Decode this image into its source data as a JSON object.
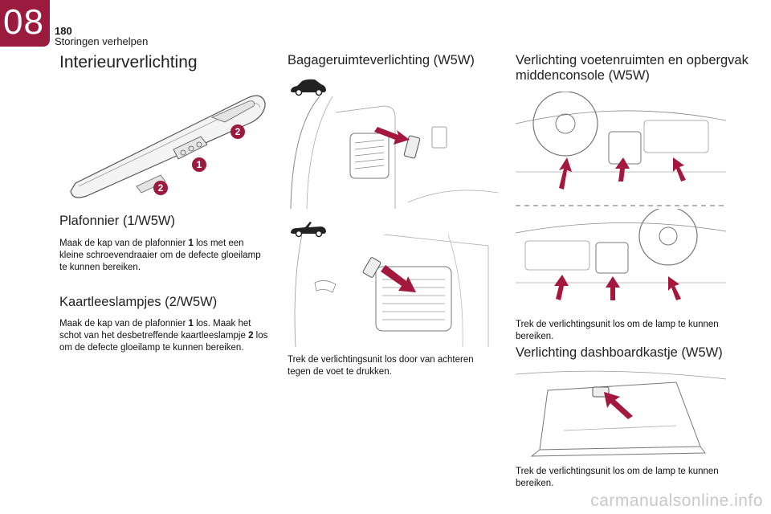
{
  "header": {
    "chapter": "08",
    "page_number": "180",
    "section": "Storingen verhelpen"
  },
  "col1": {
    "title": "Interieurverlichting",
    "fig_badges": [
      "2",
      "1",
      "2"
    ],
    "plafonnier_heading": "Plafonnier (1/W5W)",
    "plafonnier_text": {
      "a": "Maak de kap van de plafonnier ",
      "b": "1",
      "c": " los met een kleine schroevendraaier om de defecte gloeilamp te kunnen bereiken."
    },
    "kaart_heading": "Kaartleeslampjes (2/W5W)",
    "kaart_text": {
      "a": "Maak de kap van de plafonnier ",
      "b": "1",
      "c": " los. Maak het schot van het desbetreffende kaartleeslampje ",
      "d": "2",
      "e": " los om de defecte gloeilamp te kunnen bereiken."
    }
  },
  "col2": {
    "title": "Bagageruimteverlichting (W5W)",
    "caption": "Trek de verlichtingsunit los door van achteren tegen de voet te drukken."
  },
  "col3": {
    "title": "Verlichting voetenruimten en opbergvak middenconsole (W5W)",
    "caption1": "Trek de verlichtingsunit los om de lamp te kunnen bereiken.",
    "glovebox_heading": "Verlichting dashboardkastje (W5W)",
    "caption2": "Trek de verlichtingsunit los om de lamp te kunnen bereiken."
  },
  "watermark": "carmanualsonline.info",
  "colors": {
    "accent": "#9b1b3f",
    "arrow": "#a3183c"
  }
}
